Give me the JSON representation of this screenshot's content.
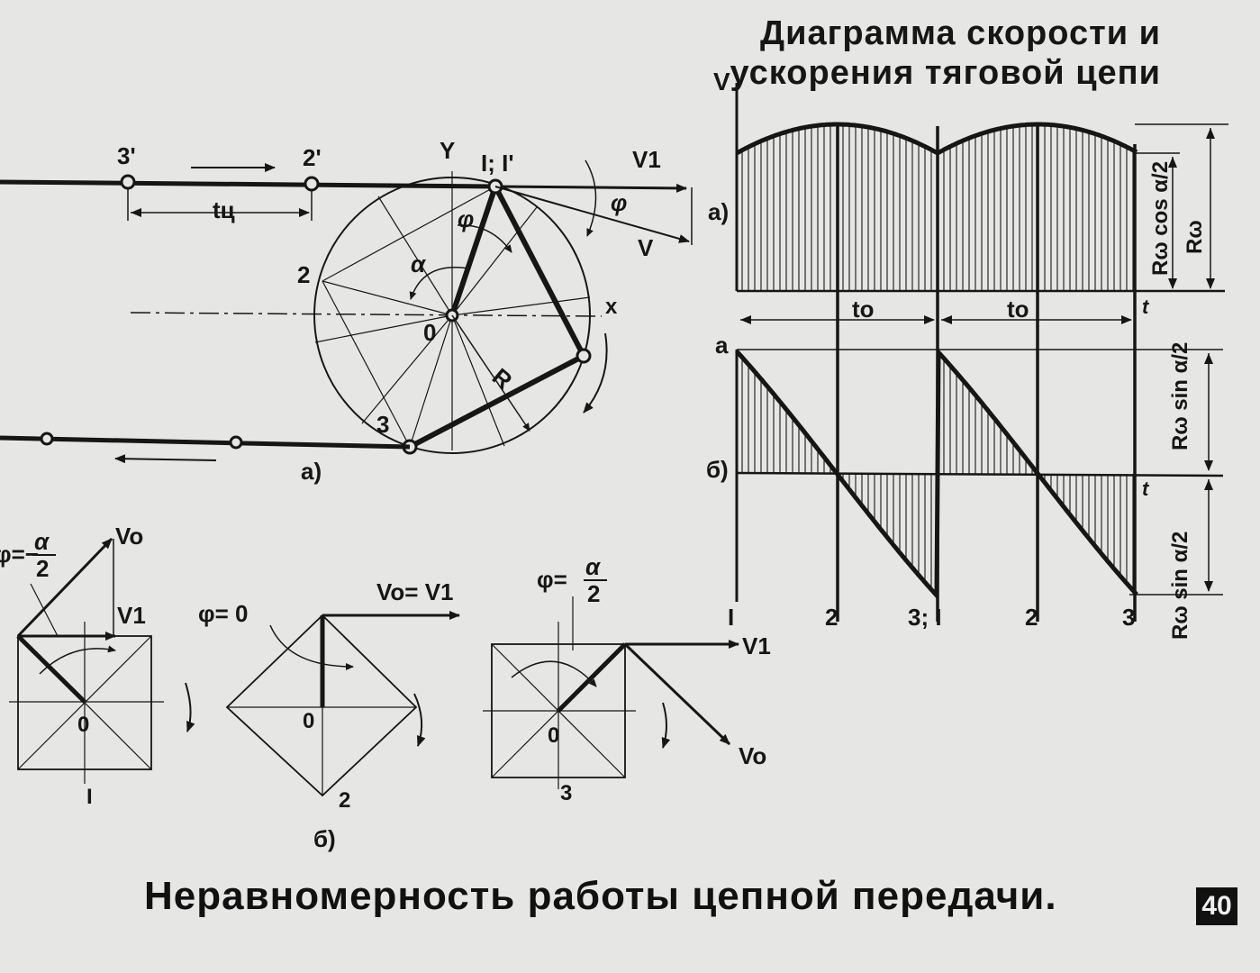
{
  "title_line1": "Диаграмма скорости и",
  "title_line2": "ускорения тяговой цепи",
  "caption": "Неравномерность работы цепной передачи.",
  "page_number": "40",
  "sprocket": {
    "label_a": "а)",
    "y_axis": "Y",
    "x_axis": "x",
    "center": "0",
    "top_pair": "I; I'",
    "pitch": "tц",
    "radius": "R",
    "v1": "V1",
    "v": "V",
    "phi": "φ",
    "alpha": "α",
    "chain_points": [
      "3'",
      "2'"
    ],
    "vertices": [
      "2",
      "3"
    ]
  },
  "positions": {
    "label_b": "б)",
    "pos1": {
      "eq_lhs": "φ=−",
      "frac_top": "α",
      "frac_bot": "2",
      "v0": "Vo",
      "v1": "V1",
      "center": "0",
      "num": "I"
    },
    "pos2": {
      "eq": "φ= 0",
      "v_eq": "Vo= V1",
      "center": "0",
      "num": "2"
    },
    "pos3": {
      "eq_lhs": "φ=",
      "frac_top": "α",
      "frac_bot": "2",
      "v1": "V1",
      "v0": "Vo",
      "center": "0",
      "num": "3"
    }
  },
  "diagram": {
    "v_axis": "V",
    "a_axis": "a",
    "label_a": "а)",
    "label_b": "б)",
    "t_end": "t",
    "t0": "to",
    "cos_label": "Rω cos α/2",
    "rw_label": "Rω",
    "sin_top": "Rω sin α/2",
    "sin_bot": "Rω sin α/2",
    "ticks": [
      "I",
      "2",
      "3; I",
      "2",
      "3"
    ]
  }
}
